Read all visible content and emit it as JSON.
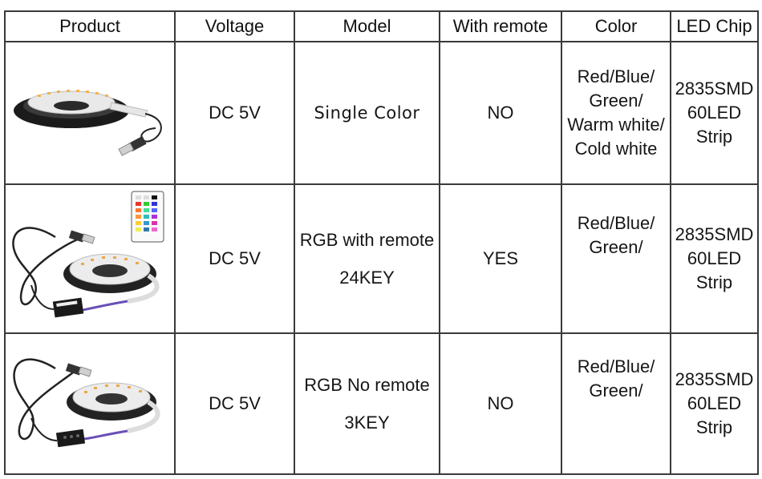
{
  "header": {
    "product": "Product",
    "voltage": "Voltage",
    "model": "Model",
    "remote": "With remote",
    "color": "Color",
    "chip": "LED Chip"
  },
  "rows": [
    {
      "image": "single-color-led-strip-reel-with-usb",
      "voltage": "DC 5V",
      "model": [
        "Single Color"
      ],
      "remote": "NO",
      "color": [
        "Red/Blue/",
        "Green/",
        "Warm white/",
        "Cold white"
      ],
      "chip": [
        "2835SMD",
        "60LED",
        "Strip"
      ]
    },
    {
      "image": "rgb-led-strip-reel-with-24key-remote-and-usb",
      "voltage": "DC 5V",
      "model": [
        "RGB with remote",
        "24KEY"
      ],
      "remote": "YES",
      "color": [
        "Red/Blue/",
        "Green/"
      ],
      "chip": [
        "2835SMD",
        "60LED",
        "Strip"
      ]
    },
    {
      "image": "rgb-led-strip-reel-with-3key-controller-and-usb",
      "voltage": "DC 5V",
      "model": [
        "RGB No remote",
        "3KEY"
      ],
      "remote": "NO",
      "color": [
        "Red/Blue/",
        "Green/"
      ],
      "chip": [
        "2835SMD",
        "60LED",
        "Strip"
      ]
    }
  ],
  "colors": {
    "grid": "#3a3a3a",
    "text": "#161616",
    "background": "#ffffff"
  }
}
